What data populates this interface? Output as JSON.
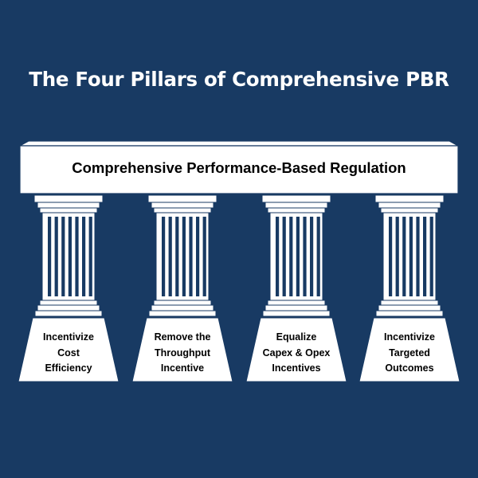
{
  "title": "The Four Pillars of Comprehensive PBR",
  "beam_label": "Comprehensive Performance-Based Regulation",
  "pillars": [
    {
      "lines": [
        "Incentivize",
        "Cost",
        "Efficiency"
      ]
    },
    {
      "lines": [
        "Remove the",
        "Throughput",
        "Incentive"
      ]
    },
    {
      "lines": [
        "Equalize",
        "Capex & Opex",
        "Incentives"
      ]
    },
    {
      "lines": [
        "Incentivize",
        "Targeted",
        "Outcomes"
      ]
    }
  ],
  "colors": {
    "background": "#183a63",
    "structure_fill": "#ffffff",
    "structure_stroke": "#183a63",
    "text_light": "#ffffff",
    "text_dark": "#000000"
  }
}
